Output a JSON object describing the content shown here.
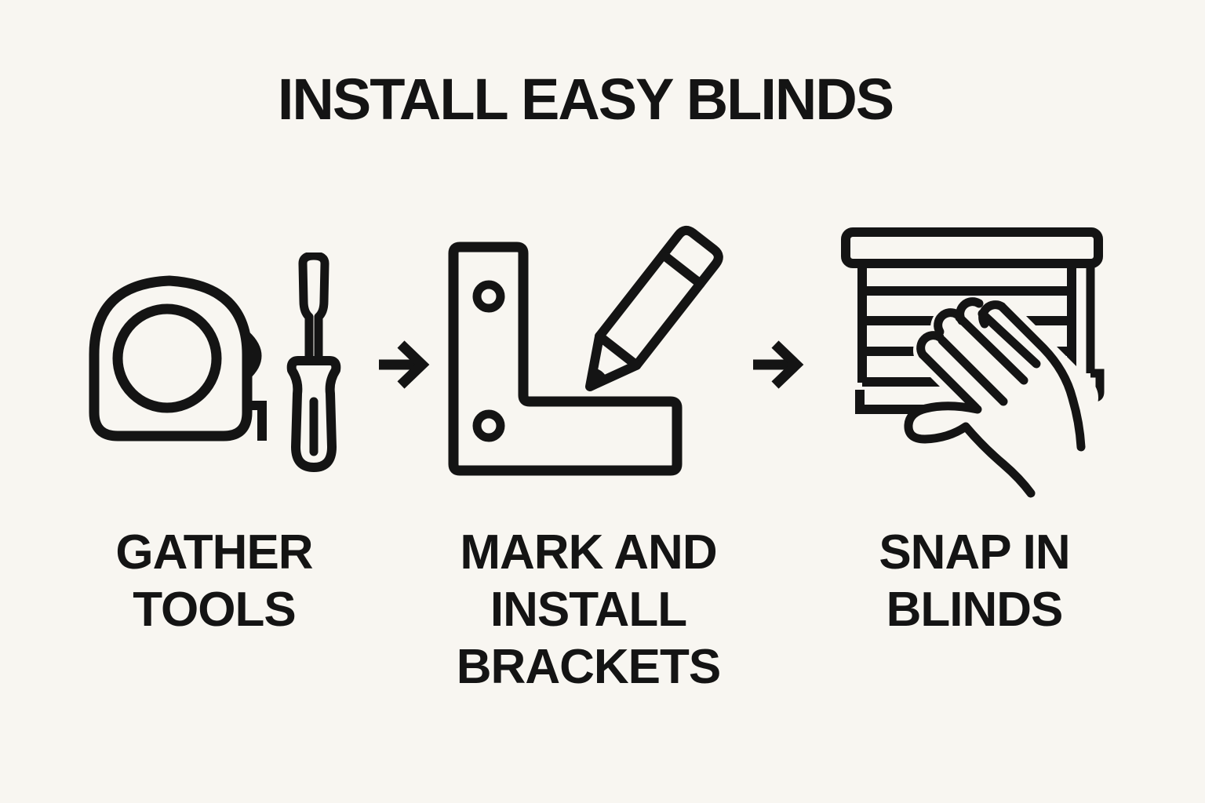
{
  "meta": {
    "background_color": "#f8f6f1",
    "ink_color": "#141414",
    "style": "black outline line-art infographic"
  },
  "title": "INSTALL EASY BLINDS",
  "steps": [
    {
      "id": 1,
      "label": "GATHER\nTOOLS",
      "icons": [
        "tape-measure-icon",
        "screwdriver-icon"
      ]
    },
    {
      "id": 2,
      "label": "MARK AND\nINSTALL\nBRACKETS",
      "icons": [
        "corner-bracket-icon",
        "pencil-icon"
      ]
    },
    {
      "id": 3,
      "label": "SNAP IN\nBLINDS",
      "icons": [
        "window-blinds-icon",
        "hand-icon"
      ]
    }
  ],
  "separators": [
    {
      "id": 1,
      "icon": "right-arrow-icon"
    },
    {
      "id": 2,
      "icon": "right-arrow-icon"
    }
  ]
}
